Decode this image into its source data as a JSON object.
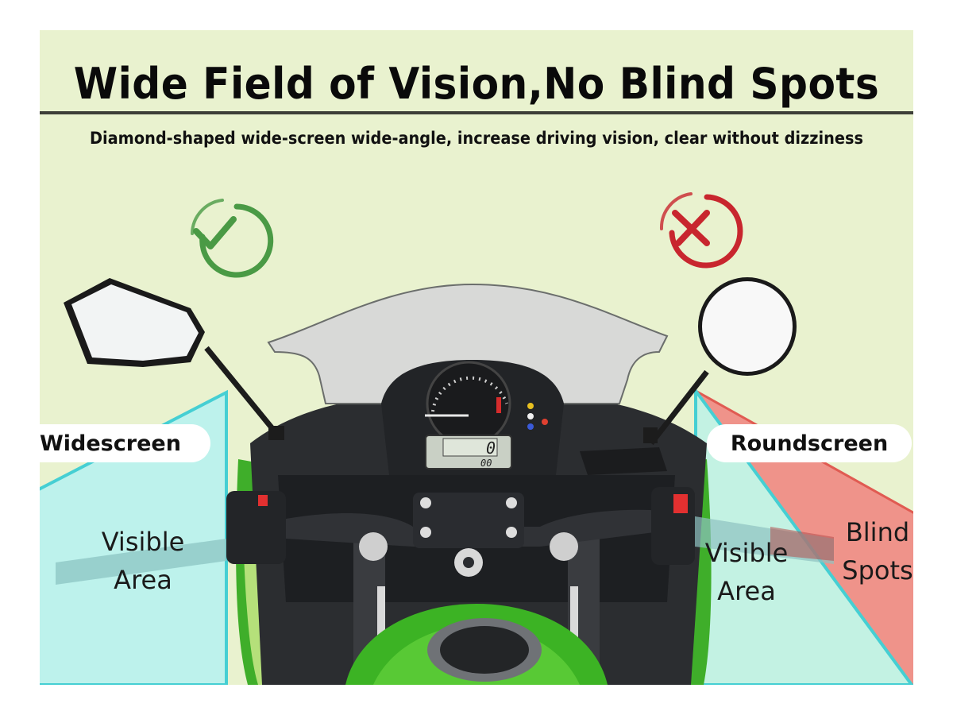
{
  "header": {
    "title": "Wide Field of Vision,No Blind Spots",
    "subtitle": "Diamond-shaped wide-screen wide-angle, increase driving vision, clear without dizziness"
  },
  "icons": {
    "good": "check-circle-icon",
    "bad": "x-circle-icon"
  },
  "left_side": {
    "label": "Widescreen",
    "area_line1": "Visible",
    "area_line2": "Area",
    "status": "good"
  },
  "right_side": {
    "label": "Roundscreen",
    "area_line1": "Visible",
    "area_line2": "Area",
    "blind_line1": "Blind",
    "blind_line2": "Spots",
    "status": "bad"
  },
  "dashboard": {
    "lcd_speed": "0",
    "lcd_sub": "00"
  },
  "colors": {
    "background": "#e9f2cf",
    "visible_area": "#b9f0ea",
    "visible_edge": "#45cfd3",
    "blind_area": "#ee8f85",
    "blind_edge": "#e05b52",
    "check_green": "#4a9a45",
    "x_red": "#c8262e",
    "bike_green": "#3fae2a"
  }
}
